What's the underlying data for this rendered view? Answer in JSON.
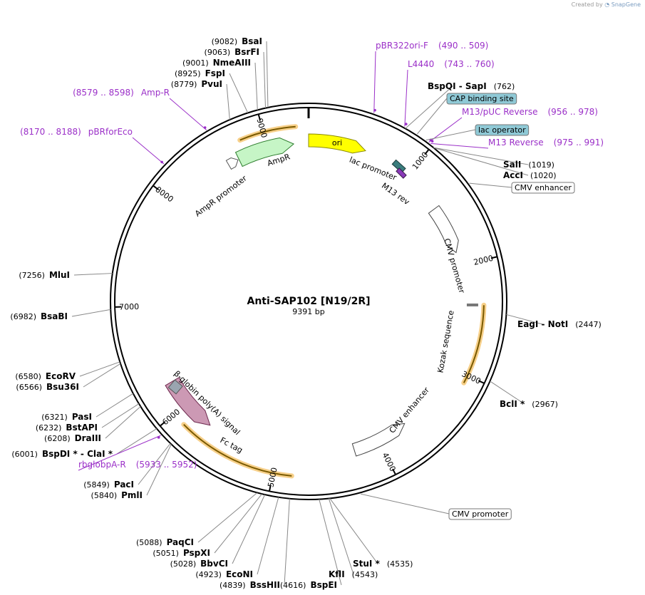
{
  "watermark": {
    "prefix": "Created by",
    "brand": "SnapGene"
  },
  "plasmid": {
    "name": "Anti-SAP102 [N19/2R]",
    "length_label": "9391 bp",
    "length": 9391
  },
  "ticks": [
    {
      "label": "1000",
      "bp": 1000
    },
    {
      "label": "2000",
      "bp": 2000
    },
    {
      "label": "3000",
      "bp": 3000
    },
    {
      "label": "4000",
      "bp": 4000
    },
    {
      "label": "5000",
      "bp": 5000
    },
    {
      "label": "6000",
      "bp": 6000
    },
    {
      "label": "7000",
      "bp": 7000
    },
    {
      "label": "8000",
      "bp": 8000
    },
    {
      "label": "9000",
      "bp": 9000
    }
  ],
  "sites": [
    {
      "bp": 9082,
      "name": "BsaI",
      "pos": "(9082)",
      "side": "R"
    },
    {
      "bp": 9063,
      "name": "BsrFI",
      "pos": "(9063)",
      "side": "R"
    },
    {
      "bp": 9001,
      "name": "NmeAIII",
      "pos": "(9001)",
      "side": "R"
    },
    {
      "bp": 8925,
      "name": "FspI",
      "pos": "(8925)",
      "side": "R"
    },
    {
      "bp": 8779,
      "name": "PvuI",
      "pos": "(8779)",
      "side": "R"
    },
    {
      "bp": 762,
      "name": "BspQI  - SapI",
      "pos": "(762)",
      "side": "L"
    },
    {
      "bp": 1019,
      "name": "SalI",
      "pos": "(1019)",
      "side": "L"
    },
    {
      "bp": 1020,
      "name": "AccI",
      "pos": "(1020)",
      "side": "L"
    },
    {
      "bp": 2447,
      "name": "EagI  - NotI",
      "pos": "(2447)",
      "side": "L"
    },
    {
      "bp": 2967,
      "name": "BclI *",
      "pos": "(2967)",
      "side": "L"
    },
    {
      "bp": 4535,
      "name": "StuI *",
      "pos": "(4535)",
      "side": "L"
    },
    {
      "bp": 4543,
      "name": "KflI",
      "pos": "(4543)",
      "side": "L"
    },
    {
      "bp": 4616,
      "name": "BspEI",
      "pos": "(4616)",
      "side": "R"
    },
    {
      "bp": 4839,
      "name": "BssHII",
      "pos": "(4839)",
      "side": "R"
    },
    {
      "bp": 4923,
      "name": "EcoNI",
      "pos": "(4923)",
      "side": "R"
    },
    {
      "bp": 5028,
      "name": "BbvCI",
      "pos": "(5028)",
      "side": "R"
    },
    {
      "bp": 5051,
      "name": "PspXI",
      "pos": "(5051)",
      "side": "R"
    },
    {
      "bp": 5088,
      "name": "PaqCI",
      "pos": "(5088)",
      "side": "R"
    },
    {
      "bp": 5840,
      "name": "PmlI",
      "pos": "(5840)",
      "side": "R"
    },
    {
      "bp": 5849,
      "name": "PacI",
      "pos": "(5849)",
      "side": "R"
    },
    {
      "bp": 6001,
      "name": "BspDI *  - ClaI *",
      "pos": "(6001)",
      "side": "R"
    },
    {
      "bp": 6208,
      "name": "DraIII",
      "pos": "(6208)",
      "side": "R"
    },
    {
      "bp": 6232,
      "name": "BstAPI",
      "pos": "(6232)",
      "side": "R"
    },
    {
      "bp": 6321,
      "name": "PasI",
      "pos": "(6321)",
      "side": "R"
    },
    {
      "bp": 6566,
      "name": "Bsu36I",
      "pos": "(6566)",
      "side": "R"
    },
    {
      "bp": 6580,
      "name": "EcoRV",
      "pos": "(6580)",
      "side": "R"
    },
    {
      "bp": 6982,
      "name": "BsaBI",
      "pos": "(6982)",
      "side": "R"
    },
    {
      "bp": 7256,
      "name": "MluI",
      "pos": "(7256)",
      "side": "R"
    }
  ],
  "primers": [
    {
      "bp": 499,
      "name": "pBR322ori-F",
      "range": "(490 .. 509)"
    },
    {
      "bp": 751,
      "name": "L4440",
      "range": "(743 .. 760)"
    },
    {
      "bp": 967,
      "name": "M13/pUC Reverse",
      "range": "(956 .. 978)"
    },
    {
      "bp": 983,
      "name": "M13 Reverse",
      "range": "(975 .. 991)"
    },
    {
      "bp": 8588,
      "name": "Amp-R",
      "range": "(8579 .. 8598)"
    },
    {
      "bp": 8179,
      "name": "pBRforEco",
      "range": "(8170 .. 8188)"
    },
    {
      "bp": 5942,
      "name": "rbglobpA-R",
      "range": "(5933 .. 5952)"
    }
  ],
  "boxed_labels": [
    {
      "name": "CAP binding site",
      "bp": 860,
      "fill": "#8fc9d6"
    },
    {
      "name": "lac operator",
      "bp": 940,
      "fill": "#8fc9d6"
    },
    {
      "name": "CMV enhancer",
      "bp": 1400,
      "fill": "#ffffff"
    },
    {
      "name": "CMV promoter",
      "bp": 4300,
      "fill": "#ffffff"
    }
  ],
  "features": {
    "ori": {
      "label": "ori",
      "color": "#ffff00"
    },
    "amp": {
      "label": "AmpR",
      "color": "#c6f5c6"
    },
    "amp_promoter": {
      "label": "AmpR promoter"
    },
    "lac_promoter": {
      "label": "lac promoter"
    },
    "m13": {
      "label": "M13 rev"
    },
    "cmv_promoter": {
      "label": "CMV promoter"
    },
    "kozak": {
      "label": "Kozak sequence"
    },
    "cmv_enhancer": {
      "label": "CMV enhancer"
    },
    "fc": {
      "label": "Fc tag",
      "color": "#cc99b4"
    },
    "globin": {
      "label": "β-globin poly(A) signal",
      "color": "#9aa5b0"
    }
  }
}
